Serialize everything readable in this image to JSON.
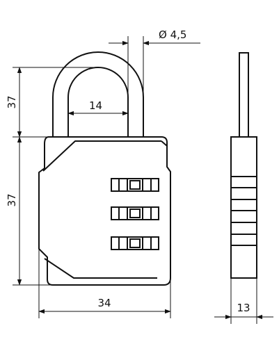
{
  "drawing": {
    "dimensions": {
      "shackle_diameter": "Ø 4,5",
      "shackle_inner_width": "14",
      "shackle_height": "37",
      "body_height": "37",
      "body_width": "34",
      "side_thickness": "13"
    },
    "dials": {
      "count": 3
    },
    "colors": {
      "line": "#111111",
      "background": "#ffffff"
    }
  }
}
